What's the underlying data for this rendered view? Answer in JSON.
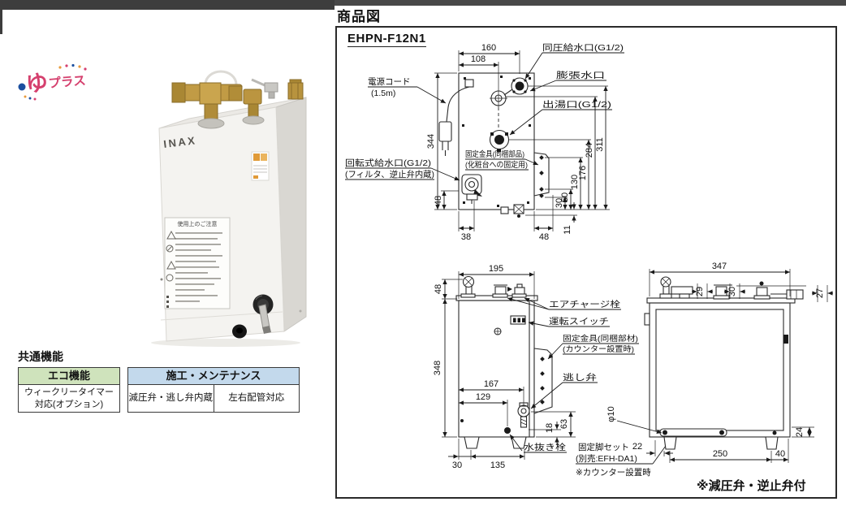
{
  "page": {
    "title": "商品図"
  },
  "logo": {
    "yu": "ゆ",
    "plus": "プラス"
  },
  "photo": {
    "brand": "INAX",
    "caution_title": "使用上のご注意"
  },
  "common": {
    "heading": "共通機能",
    "eco": {
      "header": "エコ機能",
      "line1": "ウィークリータイマー",
      "line2": "対応(オプション)"
    },
    "maint": {
      "header": "施工・メンテナンス",
      "cell1": "減圧弁・逃し弁内蔵",
      "cell2": "左右配管対応"
    }
  },
  "colors": {
    "eco_header_bg": "#cfe3bc",
    "maint_header_bg": "#c3d9ec",
    "logo_red": "#d5406e",
    "logo_blue": "#1b4f9f",
    "brass": "#b9933f"
  },
  "diagram": {
    "model": "EHPN-F12N1",
    "note": "※減圧弁・逆止弁付",
    "top_view": {
      "labels": {
        "power1": "電源コード",
        "power2": "(1.5m)",
        "rotary1": "回転式給水口(G1/2)",
        "rotary2": "(フィルタ、逆止弁内蔵)",
        "inlet": "同圧給水口(G1/2)",
        "expansion": "膨張水口",
        "outlet": "出湯口(G1/2)",
        "bracket1": "固定金具(同梱部品)",
        "bracket2": "(化粧台への固定用)"
      },
      "dims": {
        "d160": "160",
        "d108": "108",
        "d344": "344",
        "d48l": "48",
        "d38": "38",
        "d48b": "48",
        "d11": "11",
        "d30": "30",
        "d50": "50",
        "d130": "130",
        "d176": "176",
        "d284": "284",
        "d311": "311"
      }
    },
    "front_view": {
      "labels": {
        "air": "エアチャージ栓",
        "switch": "運転スイッチ",
        "bracket1": "固定金具(同梱部材)",
        "bracket2": "(カウンター設置時)",
        "relief": "逃し弁",
        "drain": "水抜き栓",
        "legset1": "固定脚セット",
        "legset2": "(別売:EFH-DA1)",
        "legset3": "※カウンター設置時"
      },
      "dims": {
        "d195": "195",
        "d48": "48",
        "d348": "348",
        "d167": "167",
        "d129": "129",
        "d18": "18",
        "d63": "63",
        "d30": "30",
        "d135": "135"
      }
    },
    "side_view": {
      "dims": {
        "d347": "347",
        "d29": "29",
        "d30": "30",
        "d27": "27",
        "d24": "24",
        "d250": "250",
        "d40": "40",
        "d22": "22",
        "dphi": "φ10"
      }
    }
  }
}
